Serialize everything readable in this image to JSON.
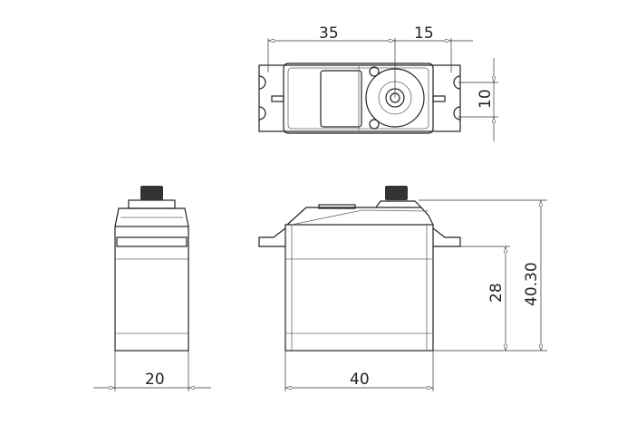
{
  "drawing": {
    "top_view": {
      "dim_horizontal_left": "35",
      "dim_horizontal_right": "15",
      "dim_vertical": "10"
    },
    "front_view": {
      "dim_width": "20"
    },
    "side_view": {
      "dim_width": "40",
      "dim_flange_height": "28",
      "dim_total_height": "40.30"
    }
  }
}
